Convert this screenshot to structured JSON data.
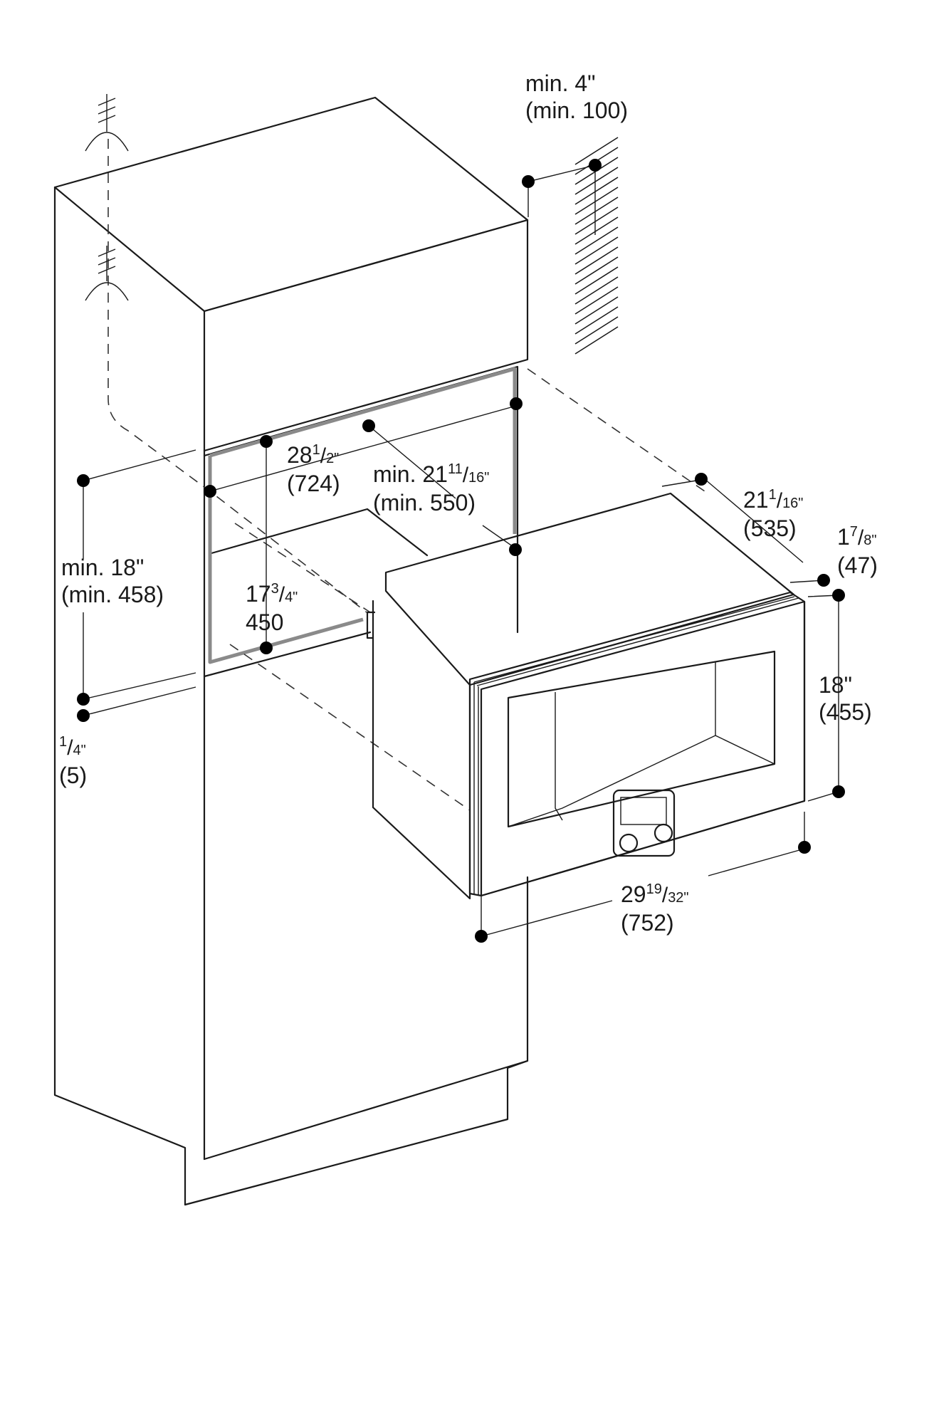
{
  "labels": {
    "min4": {
      "line1": "min. 4\"",
      "line2": "(min. 100)"
    },
    "width_niche": {
      "whole": "28",
      "num": "1",
      "den": "2\"",
      "metric": "(724)"
    },
    "depth_niche": {
      "prefix": "min. 21",
      "num": "11",
      "den": "16\"",
      "metric": "(min. 550)"
    },
    "min18": {
      "line1": "min. 18\"",
      "line2": "(min. 458)"
    },
    "height_niche": {
      "whole": "17",
      "num": "3",
      "den": "4\"",
      "metric": "450"
    },
    "quarter": {
      "num": "1",
      "den": "4\"",
      "metric": "(5)"
    },
    "depth_unit": {
      "whole": "21",
      "num": "1",
      "den": "16\"",
      "metric": "(535)"
    },
    "front": {
      "whole": "1",
      "num": "7",
      "den": "8\"",
      "metric": "(47)"
    },
    "height_unit": {
      "line1": "18\"",
      "line2": "(455)"
    },
    "width_unit": {
      "whole": "29",
      "num": "19",
      "den": "32\"",
      "metric": "(752)"
    }
  }
}
